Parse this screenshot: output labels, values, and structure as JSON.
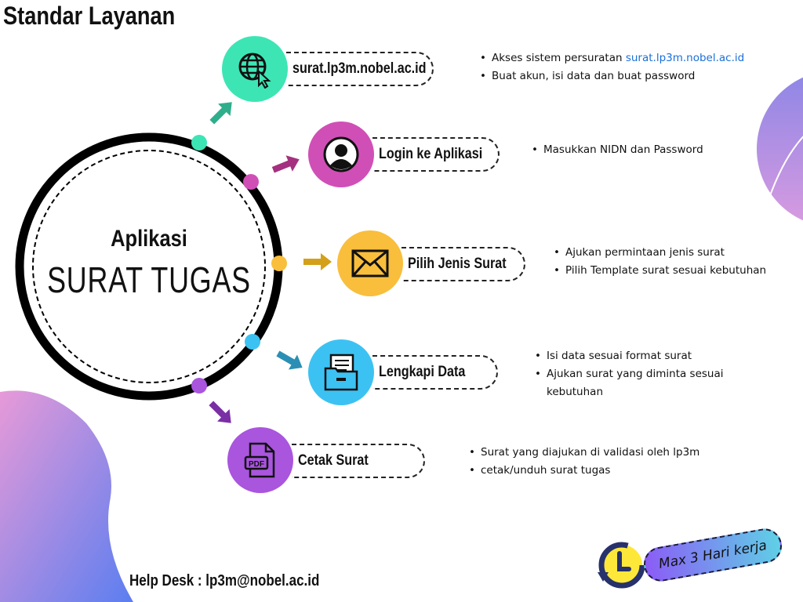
{
  "title": "Standar Layanan",
  "center": {
    "line1": "Aplikasi",
    "line2": "SURAT TUGAS"
  },
  "colors": {
    "step1": "#3de5b5",
    "step2": "#d04fb6",
    "step3": "#f9be3c",
    "step4": "#3cc2f2",
    "step5": "#a955de",
    "link": "#1a6fd8"
  },
  "steps": [
    {
      "label": "surat.lp3m.nobel.ac.id",
      "icon": "globe-cursor-icon",
      "bullets": [
        {
          "text": "Akses sistem persuratan ",
          "link": "surat.lp3m.nobel.ac.id"
        },
        {
          "text": "Buat akun, isi data dan buat password"
        }
      ]
    },
    {
      "label": "Login ke Aplikasi",
      "icon": "user-icon",
      "bullets": [
        {
          "text": "Masukkan NIDN dan Password"
        }
      ]
    },
    {
      "label": "Pilih Jenis Surat",
      "icon": "envelope-icon",
      "bullets": [
        {
          "text": "Ajukan permintaan jenis surat"
        },
        {
          "text": "Pilih Template surat sesuai kebutuhan"
        }
      ]
    },
    {
      "label": "Lengkapi Data",
      "icon": "folder-document-icon",
      "bullets": [
        {
          "text": "Isi data sesuai format surat"
        },
        {
          "text": "Ajukan surat yang diminta sesuai kebutuhan"
        }
      ]
    },
    {
      "label": "Cetak Surat",
      "icon": "pdf-icon",
      "bullets": [
        {
          "text": "Surat yang diajukan di validasi oleh lp3m"
        },
        {
          "text": "cetak/unduh surat tugas"
        }
      ]
    }
  ],
  "help_desk": "Help Desk : lp3m@nobel.ac.id",
  "badge": "Max 3 Hari kerja"
}
